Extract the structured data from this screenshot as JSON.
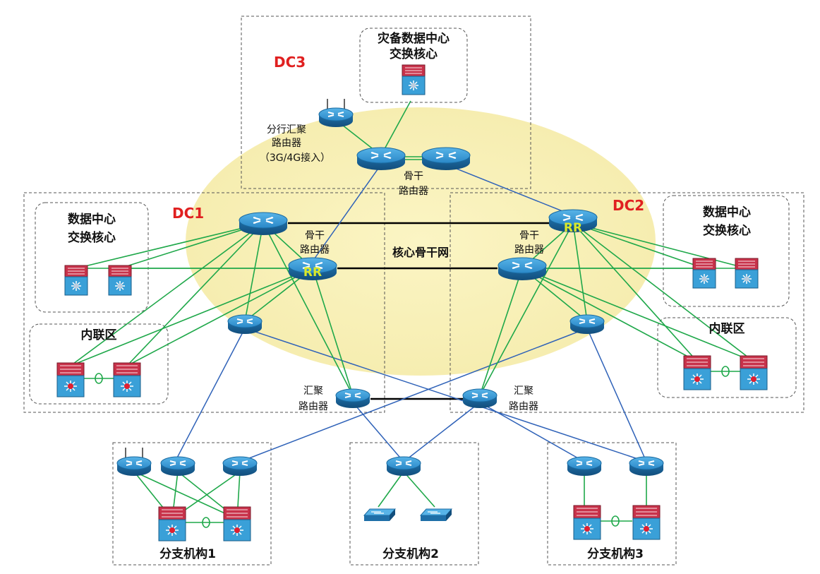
{
  "dc3": {
    "label": "DC3",
    "dr_core_title_line1": "灾备数据中心",
    "dr_core_title_line2": "交换核心",
    "branch_agg_line1": "分行汇聚",
    "branch_agg_line2": "路由器",
    "branch_agg_line3": "（3G/4G接入）",
    "backbone_line1": "骨干",
    "backbone_line2": "路由器"
  },
  "dc1": {
    "label": "DC1",
    "core_title_line1": "数据中心",
    "core_title_line2": "交换核心",
    "backbone_line1": "骨干",
    "backbone_line2": "路由器",
    "rr": "RR",
    "interconnect": "内联区",
    "agg_line1": "汇聚",
    "agg_line2": "路由器"
  },
  "dc2": {
    "label": "DC2",
    "core_title_line1": "数据中心",
    "core_title_line2": "交换核心",
    "backbone_line1": "骨干",
    "backbone_line2": "路由器",
    "rr": "RR",
    "interconnect": "内联区",
    "agg_line1": "汇聚",
    "agg_line2": "路由器"
  },
  "core_network": "核心骨干网",
  "branches": [
    {
      "name": "分支机构1"
    },
    {
      "name": "分支机构2"
    },
    {
      "name": "分支机构3"
    }
  ],
  "colors": {
    "ellipse": "#fbf4b8",
    "green_link": "#1fa84a",
    "blue_link": "#2f62b8",
    "router": "#2a88c8",
    "switch_top": "#c8324a",
    "dc_label": "#e02020",
    "rr_label": "#d8e82a"
  }
}
